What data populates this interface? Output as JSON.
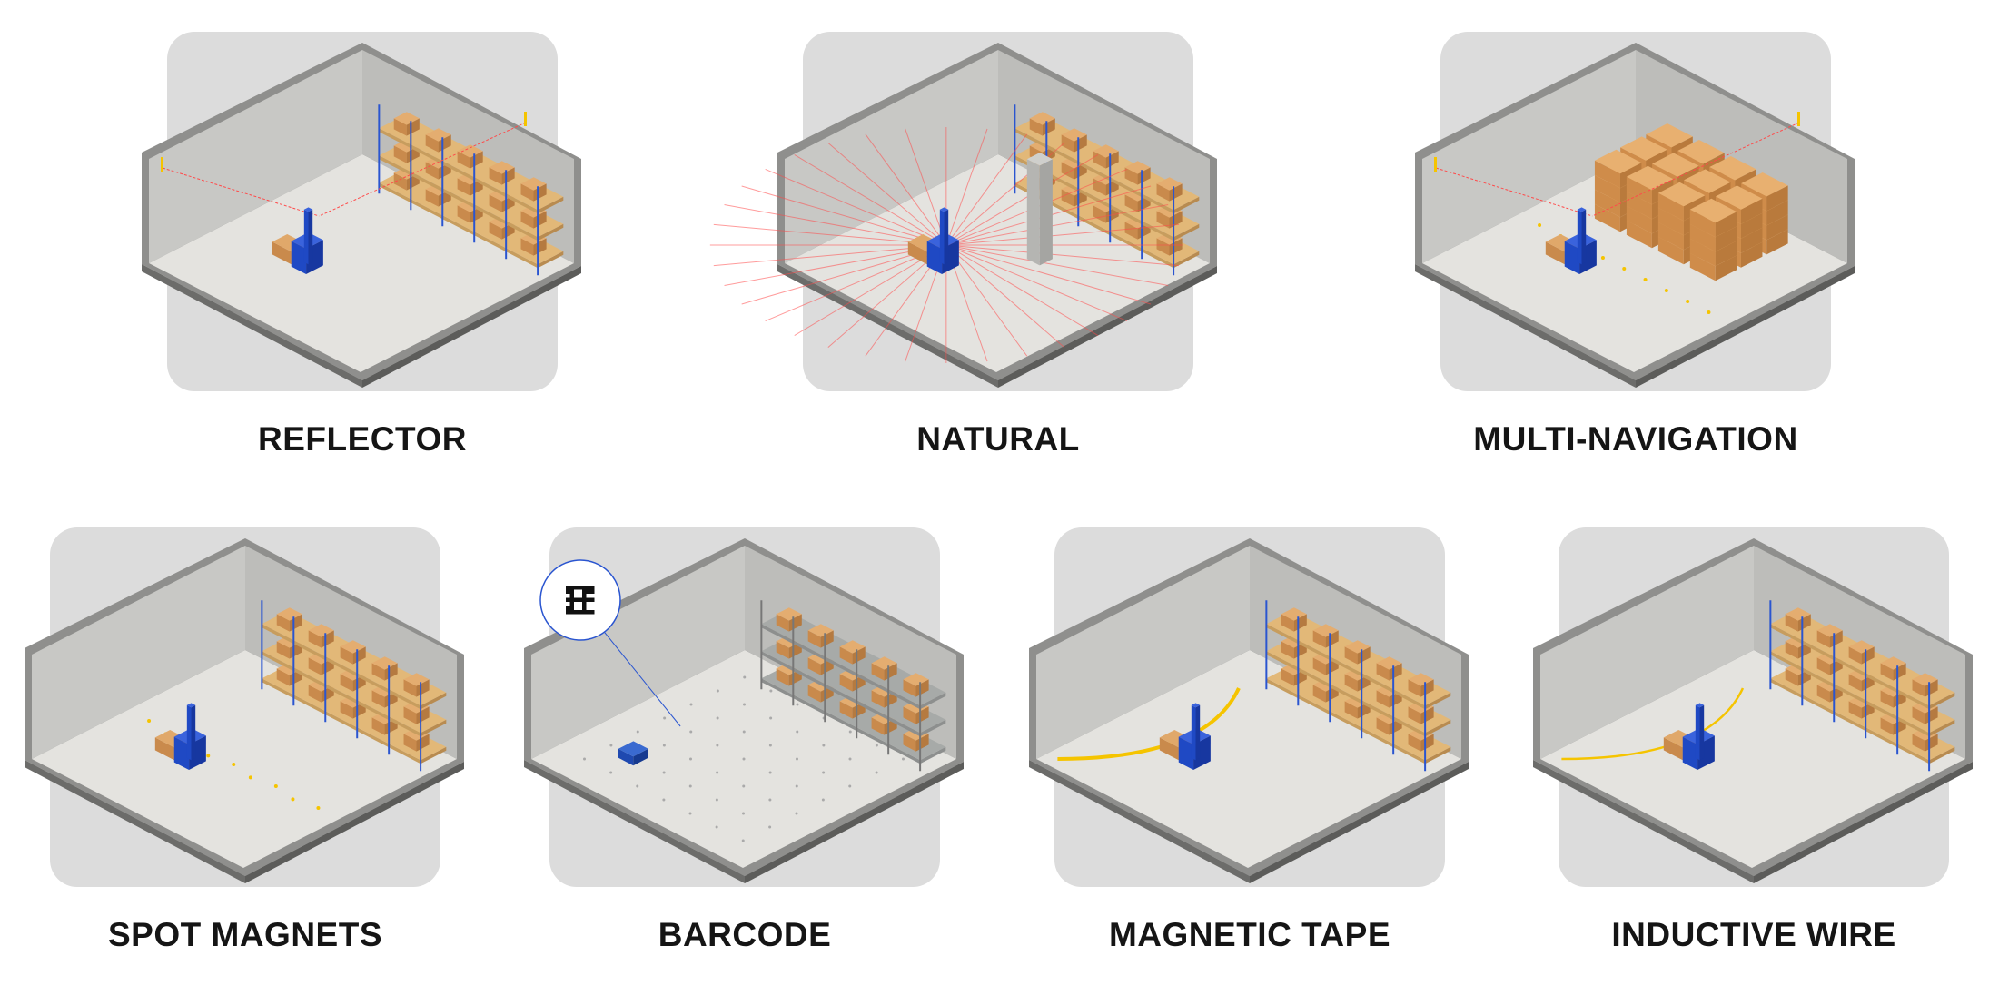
{
  "navigation_types": [
    {
      "label": "REFLECTOR",
      "variant": "reflector"
    },
    {
      "label": "NATURAL",
      "variant": "natural"
    },
    {
      "label": "MULTI-NAVIGATION",
      "variant": "multi"
    },
    {
      "label": "SPOT MAGNETS",
      "variant": "spot"
    },
    {
      "label": "BARCODE",
      "variant": "barcode"
    },
    {
      "label": "MAGNETIC TAPE",
      "variant": "tape"
    },
    {
      "label": "INDUCTIVE WIRE",
      "variant": "wire"
    }
  ],
  "colors": {
    "card": "#dcdcdc",
    "forklift": "#1f49c4",
    "laser": "#ff4a4a",
    "marker": "#f5c400",
    "box": "#d99a57"
  }
}
